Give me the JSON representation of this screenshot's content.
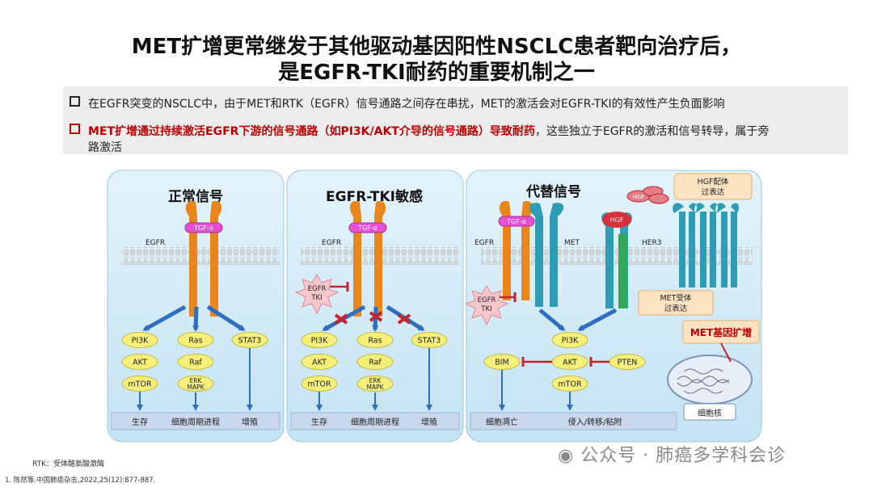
{
  "title": {
    "line1": "MET扩增更常继发于其他驱动基因阳性NSCLC患者靶向治疗后，",
    "line2": "是EGFR-TKI耐药的重要机制之一"
  },
  "bullets": {
    "b1": "在EGFR突变的NSCLC中，由于MET和RTK（EGFR）信号通路之间存在串扰，MET的激活会对EGFR-TKI的有效性产生负面影响",
    "b2_red": "MET扩增通过持续激活EGFR下游的信号通路（如PI3K/AKT介导的信号通路）导致耐药",
    "b2_normal_1": "，这些独立于EGFR的激活和信号转导，属于旁",
    "b2_normal_2": "路激活"
  },
  "panels": {
    "normal": {
      "title": "正常信号",
      "receptor": "EGFR",
      "ligand": "TGF-α",
      "col1": [
        "PI3K",
        "AKT",
        "mTOR"
      ],
      "col2": [
        "Ras",
        "Raf",
        "ERK\nMAPK"
      ],
      "col3": [
        "STAT3"
      ],
      "outcomes": [
        "生存",
        "细胞周期进程",
        "增殖"
      ]
    },
    "sensitive": {
      "title": "EGFR-TKI敏感",
      "receptor": "EGFR",
      "ligand": "TGF-α",
      "tki": "EGFR\nTKI",
      "col1": [
        "PI3K",
        "AKT",
        "mTOR"
      ],
      "col2": [
        "Ras",
        "Raf",
        "ERK\nMAPK"
      ],
      "col3": [
        "STAT3"
      ],
      "outcomes": [
        "生存",
        "细胞周期进程",
        "增殖"
      ]
    },
    "alternative": {
      "title": "代替信号",
      "receptors": [
        "EGFR",
        "MET",
        "HER3"
      ],
      "ligand_egfr": "TGF-α",
      "ligand_met": "HGF",
      "ligand_cluster": "HGF",
      "tki": "EGFR\nTKI",
      "hgf_note": "HGF配体\n过表达",
      "met_note": "MET受体\n过表达",
      "amp_label": "MET基因扩增",
      "nucleus": "细胞核",
      "bim": "BIM",
      "pten": "PTEN",
      "col": [
        "PI3K",
        "AKT",
        "mTOR"
      ],
      "outcomes": [
        "细胞凋亡",
        "侵入/转移/粘附"
      ]
    }
  },
  "footer": {
    "rtk": "RTK：受体酪氨酸激酶",
    "ref": "1. 陈然等.中国肺癌杂志,2022,25(12):877-887.",
    "watermark": "公众号 · 肺癌多学科会诊"
  },
  "colors": {
    "panel": "#cfe9f6",
    "receptor": "#e8861c",
    "met": "#2f9cb5",
    "hgf": "#d9303c",
    "node": "#f6ef79",
    "arrow": "#2e6fc4",
    "inhibit": "#c0262f",
    "ligand": "#e64fd3"
  }
}
